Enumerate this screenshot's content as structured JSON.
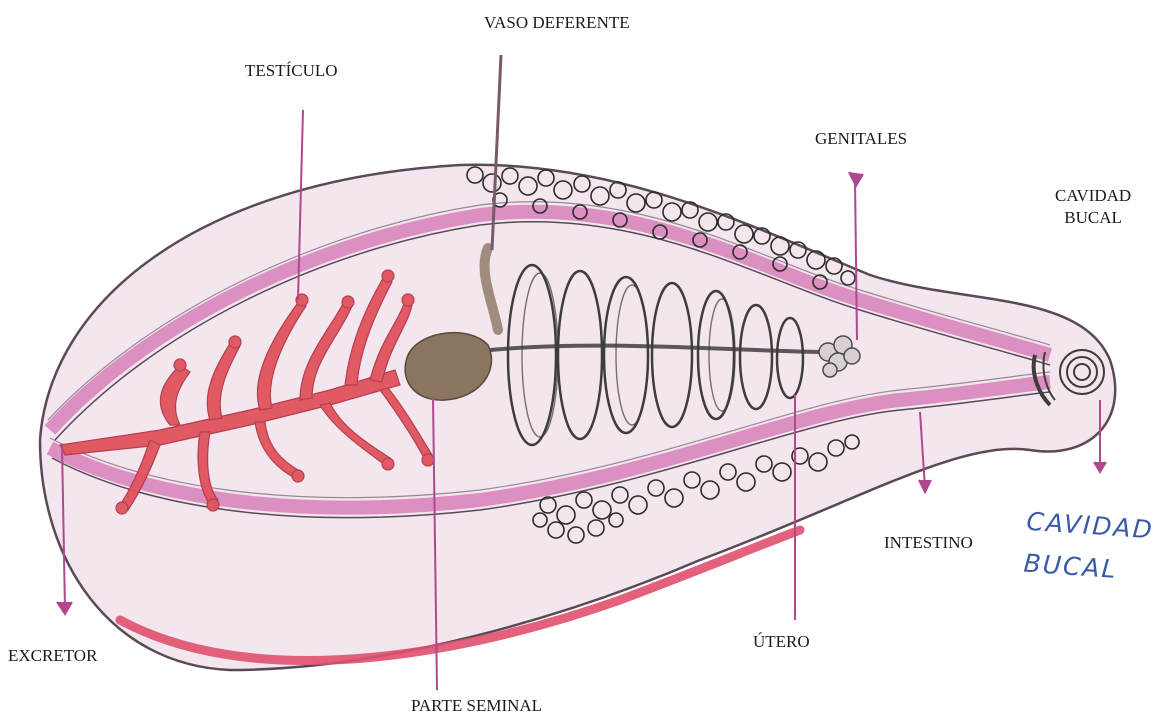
{
  "title": "",
  "labels": {
    "vaso_deferente": "VASO DEFERENTE",
    "testiculo": "TESTÍCULO",
    "genitales": "GENITALES",
    "cavidad_bucal": "CAVIDAD\nBUCAL",
    "intestino": "INTESTINO",
    "excretor": "EXCRETOR",
    "utero": "ÚTERO",
    "parte_seminal": "PARTE SEMINAL"
  },
  "handwritten_note": "CAVIDAD\nBUCAL",
  "colors": {
    "body_fill": "#f3e6ef",
    "body_stroke": "#5a4a55",
    "stripe": "#d77fb8",
    "testis": "#e0525c",
    "seminal": "#8b7460",
    "coil": "#3d3d3d",
    "pointer": "#b04890",
    "bottom_edge": "#e0506e",
    "handwriting": "#3a5aa8"
  }
}
